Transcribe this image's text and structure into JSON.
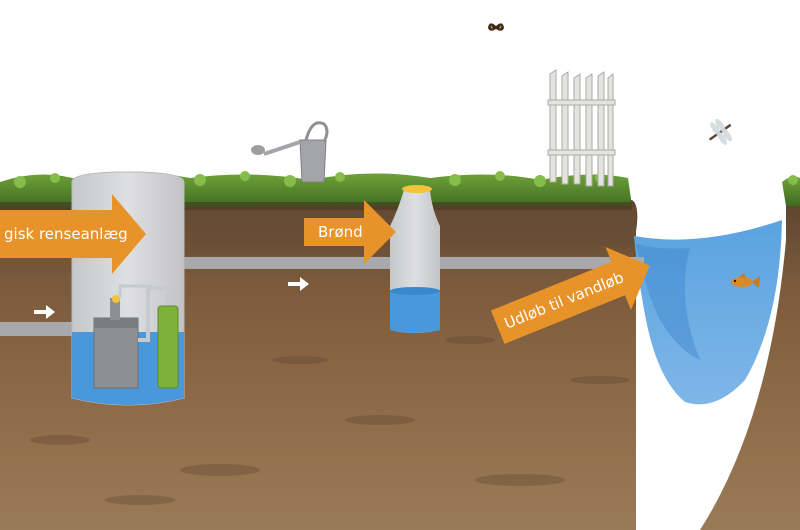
{
  "labels": {
    "plant": "gisk renseanlæg",
    "well": "Brønd",
    "outlet": "Udløb til vandløb"
  },
  "colors": {
    "arrow_orange": "#e8922a",
    "water_blue": "#4a98dc",
    "pipe_gray": "#a7a9ac",
    "tank_gray": "#d4d5d7",
    "grass_green": "#5a8a2a",
    "soil_brown": "#7b5a3c",
    "lid_yellow": "#f5c23a"
  },
  "icons": [
    "butterfly-icon",
    "dragonfly-icon",
    "fish-icon",
    "watering-can-icon",
    "fence-icon",
    "flow-arrow-icon"
  ]
}
